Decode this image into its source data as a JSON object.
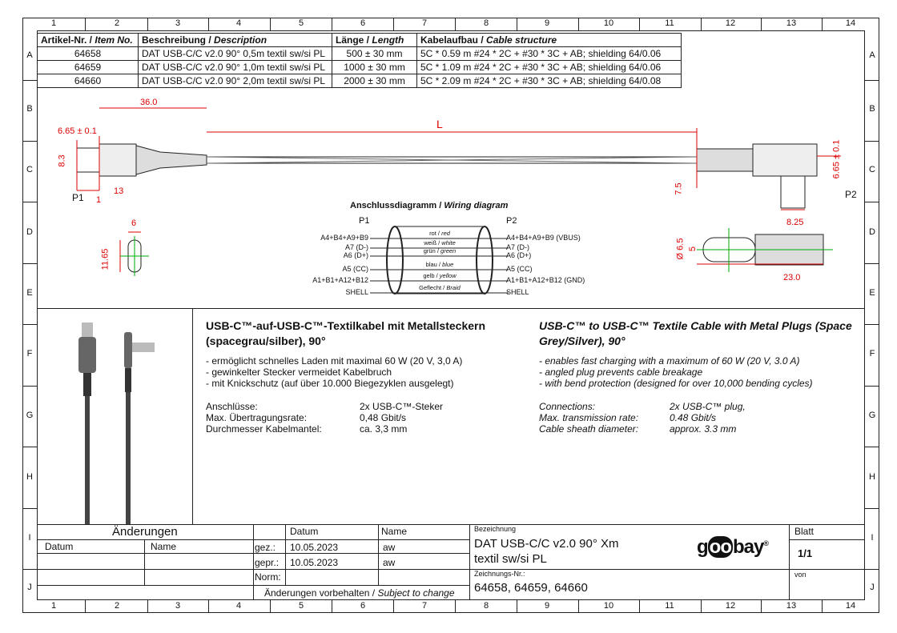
{
  "grid": {
    "columns": [
      "1",
      "2",
      "3",
      "4",
      "5",
      "6",
      "7",
      "8",
      "9",
      "10",
      "11",
      "12",
      "13",
      "14"
    ],
    "rows": [
      "A",
      "B",
      "C",
      "D",
      "E",
      "F",
      "G",
      "H",
      "I",
      "J"
    ]
  },
  "spec_table": {
    "headers": {
      "item_de": "Artikel-Nr. /",
      "item_en": "Item No.",
      "desc_de": "Beschreibung /",
      "desc_en": "Description",
      "len_de": "Länge /",
      "len_en": "Length",
      "struct_de": "Kabelaufbau /",
      "struct_en": "Cable structure"
    },
    "rows": [
      {
        "item": "64658",
        "desc": "DAT USB-C/C v2.0 90° 0,5m textil sw/si PL",
        "length": "500 ± 30 mm",
        "structure": "5C * 0.59 m #24 * 2C + #30 * 3C + AB; shielding 64/0.06"
      },
      {
        "item": "64659",
        "desc": "DAT USB-C/C v2.0 90° 1,0m textil sw/si PL",
        "length": "1000 ± 30 mm",
        "structure": "5C * 1.09 m #24 * 2C + #30 * 3C + AB; shielding 64/0.06"
      },
      {
        "item": "64660",
        "desc": "DAT USB-C/C v2.0 90° 2,0m textil sw/si PL",
        "length": "2000 ± 30 mm",
        "structure": "5C * 2.09 m #24 * 2C + #30 * 3C + AB; shielding 64/0.08"
      }
    ]
  },
  "drawing": {
    "dim_36": "36.0",
    "dim_665": "6.65 ± 0.1",
    "dim_83": "8.3",
    "dim_13": "13",
    "dim_1": "1",
    "p1": "P1",
    "dim_L": "L",
    "dim_75": "7.5",
    "dim_665r": "6.65 ± 0.1",
    "dim_825": "8.25",
    "p2": "P2",
    "dim_6": "6",
    "dim_1165": "11.65",
    "dim_d65": "Ø 6.5",
    "dim_5": "5",
    "dim_23": "23.0"
  },
  "wiring": {
    "title_de": "Anschlussdiagramm /",
    "title_en": "Wiring diagram",
    "p1": "P1",
    "p2": "P2",
    "lines": [
      {
        "left": "A4+B4+A9+B9",
        "de": "rot /",
        "en": "red",
        "right": "A4+B4+A9+B9 (VBUS)"
      },
      {
        "left": "A7 (D-)",
        "de": "weiß /",
        "en": "white",
        "right": "A7 (D-)"
      },
      {
        "left": "A6 (D+)",
        "de": "grün /",
        "en": "green",
        "right": "A6 (D+)"
      },
      {
        "left": "A5 (CC)",
        "de": "blau /",
        "en": "blue",
        "right": "A5 (CC)"
      },
      {
        "left": "A1+B1+A12+B12",
        "de": "gelb /",
        "en": "yellow",
        "right": "A1+B1+A12+B12 (GND)"
      },
      {
        "left": "SHELL",
        "de": "Geflecht /",
        "en": "Braid",
        "right": "SHELL"
      }
    ]
  },
  "de": {
    "title": "USB-C™-auf-USB-C™-Textilkabel mit Metallsteckern (spacegrau/silber), 90°",
    "bullets": [
      "- ermöglicht schnelles Laden mit maximal 60 W (20 V, 3,0 A)",
      "- gewinkelter Stecker vermeidet Kabelbruch",
      "- mit Knickschutz (auf über 10.000 Biegezyklen ausgelegt)"
    ],
    "specs": [
      {
        "k": "Anschlüsse:",
        "v": "2x USB-C™-Steker"
      },
      {
        "k": "Max. Übertragungsrate:",
        "v": "0,48 Gbit/s"
      },
      {
        "k": "Durchmesser Kabelmantel:",
        "v": "ca. 3,3 mm"
      }
    ]
  },
  "en": {
    "title": "USB-C™ to USB-C™ Textile Cable with Metal Plugs (Space Grey/Silver), 90°",
    "bullets": [
      "- enables fast charging with a maximum of 60 W (20 V, 3.0 A)",
      "- angled plug prevents cable breakage",
      "- with bend protection (designed for over 10,000 bending cycles)"
    ],
    "specs": [
      {
        "k": "Connections:",
        "v": "2x USB-C™ plug,"
      },
      {
        "k": "Max. transmission rate:",
        "v": "0.48 Gbit/s"
      },
      {
        "k": "Cable sheath diameter:",
        "v": "approx. 3.3 mm"
      }
    ]
  },
  "title_block": {
    "changes": "Änderungen",
    "datum": "Datum",
    "name": "Name",
    "datum2": "Datum",
    "name2": "Name",
    "gez": "gez.:",
    "gez_date": "10.05.2023",
    "gez_name": "aw",
    "gepr": "gepr.:",
    "gepr_date": "10.05.2023",
    "gepr_name": "aw",
    "norm": "Norm:",
    "subject_de": "Änderungen vorbehalten /",
    "subject_en": "Subject to change",
    "bez_label": "Bezeichnung",
    "bez_line1": "DAT USB-C/C v2.0 90° Xm",
    "bez_line2": "textil sw/si PL",
    "zeich_label": "Zeichnungs-Nr.:",
    "zeich_value": "64658, 64659, 64660",
    "blatt": "Blatt",
    "blatt_value": "1/1",
    "von": "von",
    "logo": "goobay"
  }
}
